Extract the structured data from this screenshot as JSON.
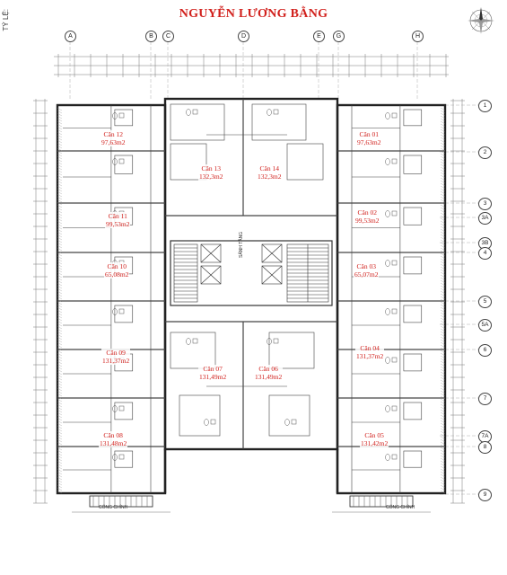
{
  "title": "NGUYỄN LƯƠNG BẰNG",
  "scale_label": "TỶ LỆ:",
  "grid_top": [
    "A",
    "B",
    "C",
    "D",
    "E",
    "G",
    "H"
  ],
  "grid_right": [
    "1",
    "2",
    "3",
    "3A",
    "3B",
    "4",
    "5",
    "5A",
    "6",
    "7",
    "7A",
    "8",
    "9"
  ],
  "core_label": "SẢNH TẦNG",
  "entrance_label": "CỔNG CHÍNH",
  "icons": {
    "compass": "north-arrow-compass-icon",
    "stair": "staircase-icon",
    "elevator": "elevator-icon"
  },
  "colors": {
    "title": "#d1201c",
    "unit_label": "#d1201c",
    "walls": "#222222",
    "lines": "#555555"
  },
  "apartments": [
    {
      "name": "Căn 12",
      "area": "97,63m2"
    },
    {
      "name": "Căn 11",
      "area": "99,53m2"
    },
    {
      "name": "Căn 10",
      "area": "65,08m2"
    },
    {
      "name": "Căn 09",
      "area": "131,37m2"
    },
    {
      "name": "Căn 08",
      "area": "131,48m2"
    },
    {
      "name": "Căn 13",
      "area": "132,3m2"
    },
    {
      "name": "Căn 14",
      "area": "132,3m2"
    },
    {
      "name": "Căn 07",
      "area": "131,49m2"
    },
    {
      "name": "Căn 06",
      "area": "131,49m2"
    },
    {
      "name": "Căn 01",
      "area": "97,63m2"
    },
    {
      "name": "Căn 02",
      "area": "99,53m2"
    },
    {
      "name": "Căn 03",
      "area": "65,07m2"
    },
    {
      "name": "Căn 04",
      "area": "131,37m2"
    },
    {
      "name": "Căn 05",
      "area": "131,42m2"
    }
  ]
}
